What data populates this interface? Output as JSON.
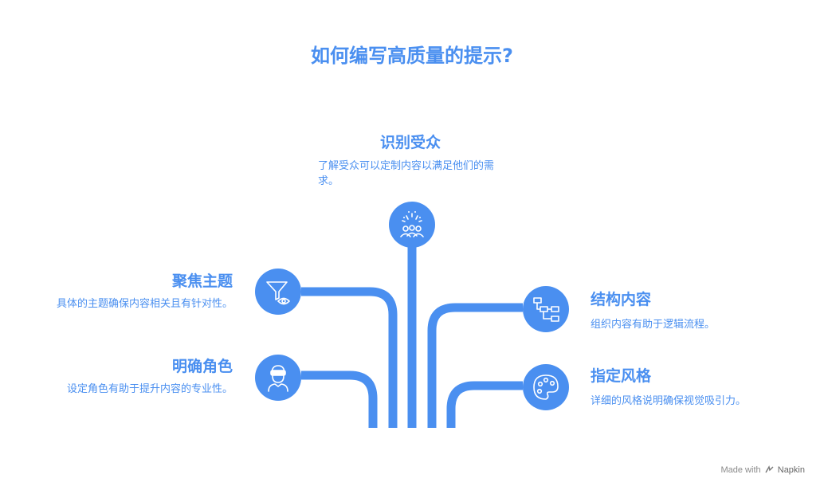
{
  "title": "如何编写高质量的提示?",
  "nodes": {
    "audience": {
      "title": "识别受众",
      "desc": "了解受众可以定制内容以满足他们的需求。",
      "icon": "audience-icon"
    },
    "topic": {
      "title": "聚焦主题",
      "desc": "具体的主题确保内容相关且有针对性。",
      "icon": "funnel-eye-icon"
    },
    "role": {
      "title": "明确角色",
      "desc": "设定角色有助于提升内容的专业性。",
      "icon": "person-vr-icon"
    },
    "structure": {
      "title": "结构内容",
      "desc": "组织内容有助于逻辑流程。",
      "icon": "flowchart-icon"
    },
    "style": {
      "title": "指定风格",
      "desc": "详细的风格说明确保视觉吸引力。",
      "icon": "palette-icon"
    }
  },
  "footer": {
    "made_with": "Made with",
    "brand": "Napkin"
  },
  "colors": {
    "accent": "#4a8ff0"
  }
}
